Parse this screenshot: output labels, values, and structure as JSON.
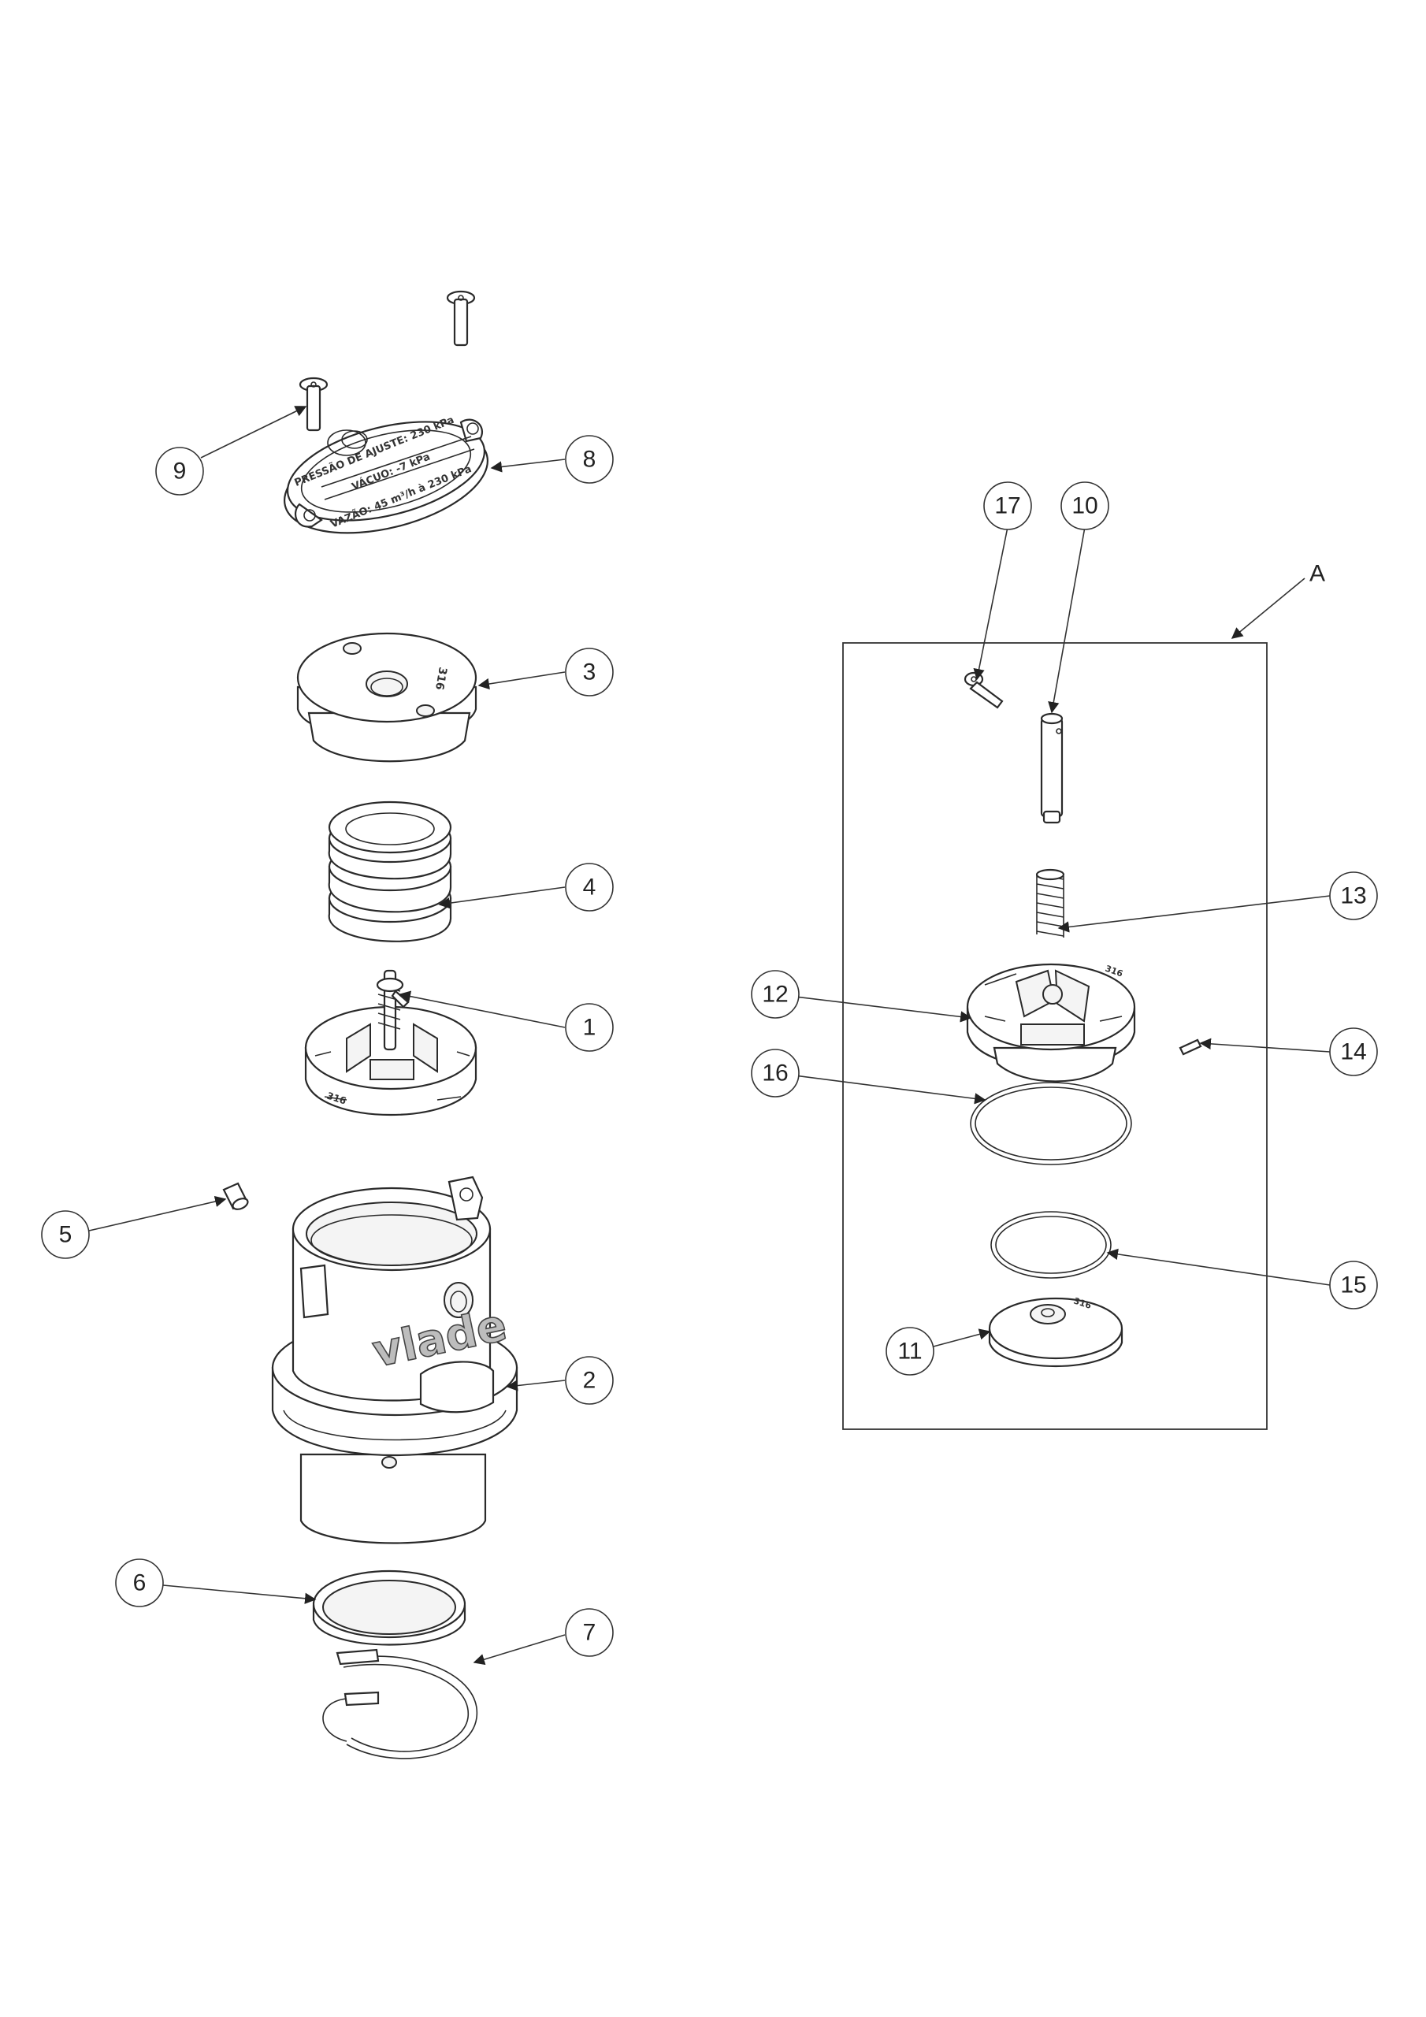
{
  "callouts": {
    "c1": "1",
    "c2": "2",
    "c3": "3",
    "c4": "4",
    "c5": "5",
    "c6": "6",
    "c7": "7",
    "c8": "8",
    "c9": "9",
    "c10": "10",
    "c11": "11",
    "c12": "12",
    "c13": "13",
    "c14": "14",
    "c15": "15",
    "c16": "16",
    "c17": "17"
  },
  "detail_label": "A",
  "part_markings": {
    "plate_line1": "PRESSÃO DE AJUSTE: 230 kPa",
    "plate_line2": "VÁCUO: -7 kPa",
    "plate_line3": "VAZÃO: 45 m³/h à 230 kPa",
    "mat_cap": "316",
    "mat_seat": "316",
    "mat_disc": "316",
    "mat_base": "316",
    "brand": "vlade"
  }
}
